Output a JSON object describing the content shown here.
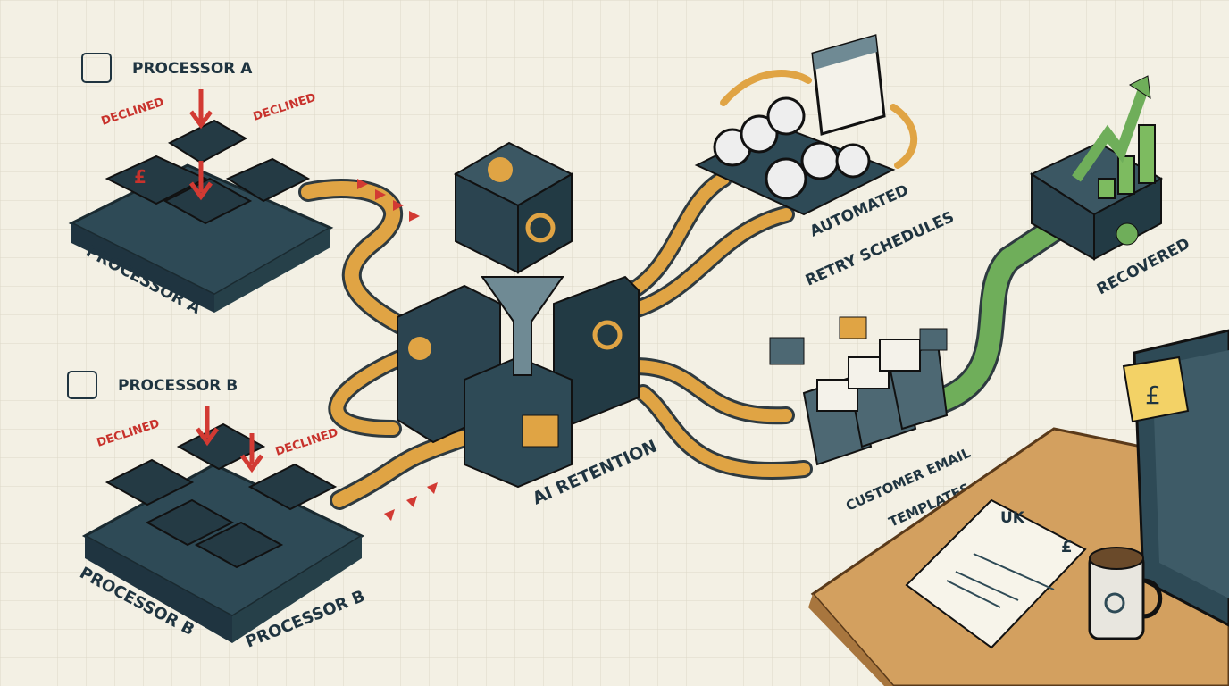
{
  "colors": {
    "background": "#f3f0e4",
    "grid": "#dcd8c8",
    "machine": "#2e4a56",
    "pipe": "#e0a444",
    "declined": "#c8322c",
    "recovered_arrow": "#6fae5a",
    "desk": "#d3a05f",
    "label": "#1f3440"
  },
  "processor_a": {
    "header_icon": "chip-link-icon",
    "header_label": "PROCESSOR A",
    "tray_label": "PROCESSOR A",
    "declined_tags": [
      "DECLINED",
      "DECLINED"
    ]
  },
  "processor_b": {
    "header_icon": "chip-link-icon",
    "header_label": "PROCESSOR B",
    "tray_label_left": "PROCESSOR B",
    "tray_label_right": "PROCESSOR B",
    "declined_tags": [
      "DECLINED",
      "DECLINED"
    ]
  },
  "card_symbol": "£",
  "ai_engine": {
    "label": "AI RETENTION",
    "icons": [
      "brain-icon",
      "gear-icon",
      "magnifier-icon",
      "funnel-icon"
    ]
  },
  "retry": {
    "label_line1": "AUTOMATED",
    "label_line2": "RETRY SCHEDULES",
    "icons": [
      "clock-gear-icon",
      "calendar-icon"
    ]
  },
  "email": {
    "label_line1": "CUSTOMER EMAIL",
    "label_line2": "TEMPLATES",
    "icons": [
      "envelope-icon",
      "chat-bubble-icon"
    ]
  },
  "recovered": {
    "label": "RECOVERED",
    "icons": [
      "bar-chart-icon",
      "check-icon",
      "up-arrow-icon"
    ]
  },
  "desk": {
    "invoice_title": "UK",
    "invoice_currency": "£",
    "sticky_note": "£"
  }
}
